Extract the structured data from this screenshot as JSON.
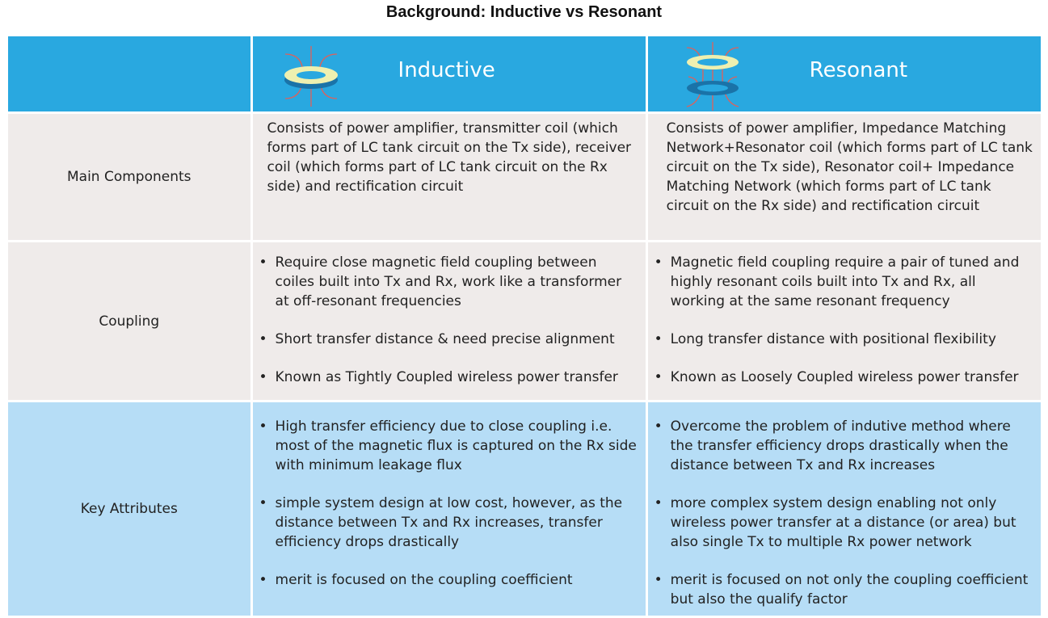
{
  "title": "Background: Inductive vs Resonant",
  "headers": [
    "Inductive",
    "Resonant"
  ],
  "rows": [
    {
      "label": "Main Components",
      "inductive": "Consists of power amplifier, transmitter coil (which forms part of LC tank circuit on the Tx side), receiver coil (which forms part of LC tank circuit on the Rx side) and rectification circuit",
      "resonant": "Consists of power amplifier, Impedance Matching Network+Resonator coil (which forms part of LC tank circuit on the Tx side), Resonator coil+ Impedance Matching Network (which forms part of LC tank circuit on the Rx side) and rectification circuit"
    },
    {
      "label": "Coupling",
      "inductive": [
        "Require close magnetic field coupling between coiles built into Tx and Rx, work like a transformer at off-resonant frequencies",
        "Short transfer distance & need precise alignment",
        "Known as Tightly Coupled wireless power transfer"
      ],
      "resonant": [
        "Magnetic field coupling require a pair of tuned and highly resonant coils built into Tx and Rx, all working at the same resonant frequency",
        "Long transfer distance with positional flexibility",
        "Known as Loosely Coupled wireless power transfer"
      ]
    },
    {
      "label": "Key Attributes",
      "inductive": [
        "High transfer efficiency due to close coupling i.e. most of the magnetic flux is captured on the Rx side with minimum leakage flux",
        "simple system design at low cost, however, as the distance between Tx and Rx increases,  transfer efficiency drops drastically",
        "merit is focused on the coupling coefficient"
      ],
      "resonant": [
        "Overcome the problem of indutive method where the transfer efficiency drops drastically when the distance between Tx and Rx increases",
        "more complex system design enabling not only wireless power transfer at a distance (or area) but also single Tx to multiple Rx power network",
        "merit is focused on not only the coupling coefficient but also the qualify factor"
      ]
    }
  ]
}
